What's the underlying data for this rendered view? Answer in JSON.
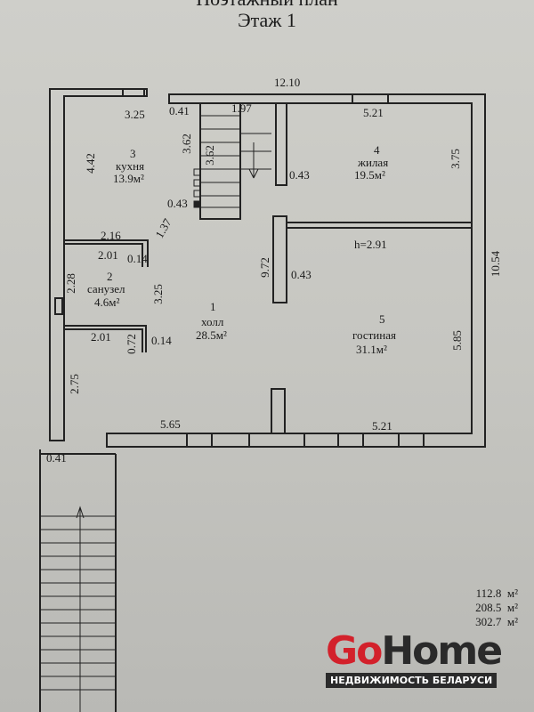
{
  "header": {
    "subtitle": "Поэтажный план",
    "floor": "Этаж  1"
  },
  "dimensions": [
    "12.10",
    "3.25",
    "0.41",
    "1.97",
    "5.21",
    "3.62",
    "3.62",
    "4.42",
    "3.75",
    "0.43",
    "0.43",
    "1.37",
    "2.16",
    "2.01",
    "0.14",
    "2.28",
    "3.25",
    "9.72",
    "0.43",
    "h=2.91",
    "10.54",
    "2.01",
    "0.72",
    "0.14",
    "5.85",
    "2.75",
    "5.65",
    "5.21",
    "0.41"
  ],
  "rooms": [
    {
      "num": "3",
      "name": "кухня",
      "area": "13.9м²"
    },
    {
      "num": "4",
      "name": "жилая",
      "area": "19.5м²"
    },
    {
      "num": "2",
      "name": "санузел",
      "area": "4.6м²"
    },
    {
      "num": "1",
      "name": "холл",
      "area": "28.5м²"
    },
    {
      "num": "5",
      "name": "гостиная",
      "area": "31.1м²"
    }
  ],
  "totals": [
    {
      "value": "112.8",
      "unit": "м²"
    },
    {
      "value": "208.5",
      "unit": "м²"
    },
    {
      "value": "302.7",
      "unit": "м²"
    }
  ],
  "logo": {
    "go": "Go",
    "home": "Home",
    "tagline": "НЕДВИЖИМОСТЬ БЕЛАРУСИ"
  }
}
